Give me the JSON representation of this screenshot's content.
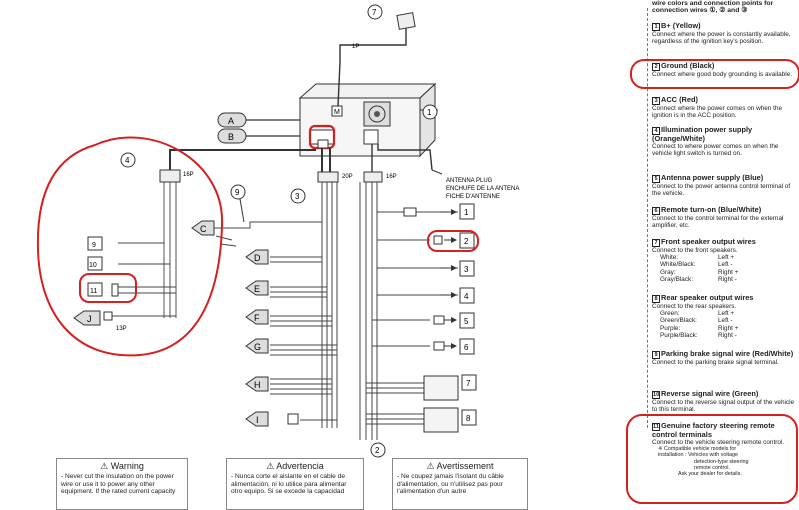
{
  "header": {
    "top_text": "wire colors and connection points for",
    "sub_text": "connection wires ①, ② and ③"
  },
  "diagram": {
    "circle_7": "7",
    "label_1p": "1P",
    "label_m": "M",
    "circle_1": "1",
    "letter_a": "A",
    "letter_b": "B",
    "letter_c": "C",
    "letter_d": "D",
    "letter_e": "E",
    "letter_f": "F",
    "letter_g": "G",
    "letter_h": "H",
    "letter_i": "I",
    "letter_j": "J",
    "circle_4": "4",
    "label_16p_left": "16P",
    "circle_9": "9",
    "circle_3": "3",
    "label_20p": "20P",
    "label_16p_mid": "16P",
    "circle_2": "2",
    "box_9": "9",
    "box_10": "10",
    "box_11": "11",
    "label_13p": "13P",
    "antenna_en": "ANTENNA PLUG",
    "antenna_es": "ENCHUFE DE LA ANTENA",
    "antenna_fr": "FICHE D'ANTENNE",
    "box_out_1": "1",
    "box_out_2": "2",
    "box_out_3": "3",
    "box_out_4": "4",
    "box_out_5": "5",
    "box_out_6": "6",
    "box_out_7": "7",
    "box_out_8": "8"
  },
  "sections": [
    {
      "num": "1",
      "title": "B+ (Yellow)",
      "desc": "Connect where the power is constantly available, regardless of the ignition key's position."
    },
    {
      "num": "2",
      "title": "Ground (Black)",
      "desc": "Connect where good body grounding is available."
    },
    {
      "num": "3",
      "title": "ACC (Red)",
      "desc": "Connect where the power comes on when the ignition is in the ACC position."
    },
    {
      "num": "4",
      "title": "Illumination power supply (Orange/White)",
      "desc": "Connect to where power comes on when the vehicle light switch is turned on."
    },
    {
      "num": "5",
      "title": "Antenna power supply (Blue)",
      "desc": "Connect to the power antenna control terminal of the vehicle."
    },
    {
      "num": "6",
      "title": "Remote turn-on (Blue/White)",
      "desc": "Connect to the control terminal for the external amplifier, etc."
    },
    {
      "num": "7",
      "title": "Front speaker output wires",
      "desc": "Connect to the front speakers.",
      "rows": [
        [
          "White:",
          "Left +"
        ],
        [
          "White/Black:",
          "Left -"
        ],
        [
          "Gray:",
          "Right +"
        ],
        [
          "Gray/Black:",
          "Right -"
        ]
      ]
    },
    {
      "num": "8",
      "title": "Rear speaker output wires",
      "desc": "Connect to the rear speakers.",
      "rows": [
        [
          "Green:",
          "Left +"
        ],
        [
          "Green/Black:",
          "Left -"
        ],
        [
          "Purple:",
          "Right +"
        ],
        [
          "Purple/Black:",
          "Right -"
        ]
      ]
    },
    {
      "num": "9",
      "title": "Parking brake signal wire (Red/White)",
      "desc": "Connect to the parking brake signal terminal."
    },
    {
      "num": "10",
      "title": "Reverse signal wire (Green)",
      "desc": "Connect to the reverse signal output of the vehicle to this terminal."
    },
    {
      "num": "11",
      "title": "Genuine factory steering remote control terminals",
      "desc": "Connect to the vehicle steering remote control.",
      "note1": "※ Compatible vehicle models for",
      "note2": "installation : Vehicles with voltage",
      "note3": "detection-type steering",
      "note4": "remote control.",
      "note5": "Ask your dealer for details."
    }
  ],
  "warnings": [
    {
      "title": "⚠ Warning",
      "lines": [
        "- Never cut the insulation on the power",
        "wire or use it to power any other",
        "equipment. If the rated current capacity"
      ]
    },
    {
      "title": "⚠ Advertencia",
      "lines": [
        "- Nunca corte el aislante en el cable de",
        "alimentación, ni lo utilice para alimentar",
        "otro equipo. Si se excede la capacidad"
      ]
    },
    {
      "title": "⚠ Avertissement",
      "lines": [
        "- Ne coupez jamais l'isolant du câble",
        "d'alimentation, ou n'utilisez pas pour",
        "l'alimentation d'un autre"
      ]
    }
  ],
  "colors": {
    "annotation_red": "#d62020",
    "line_dark": "#333333",
    "box_fill": "#efefef"
  }
}
